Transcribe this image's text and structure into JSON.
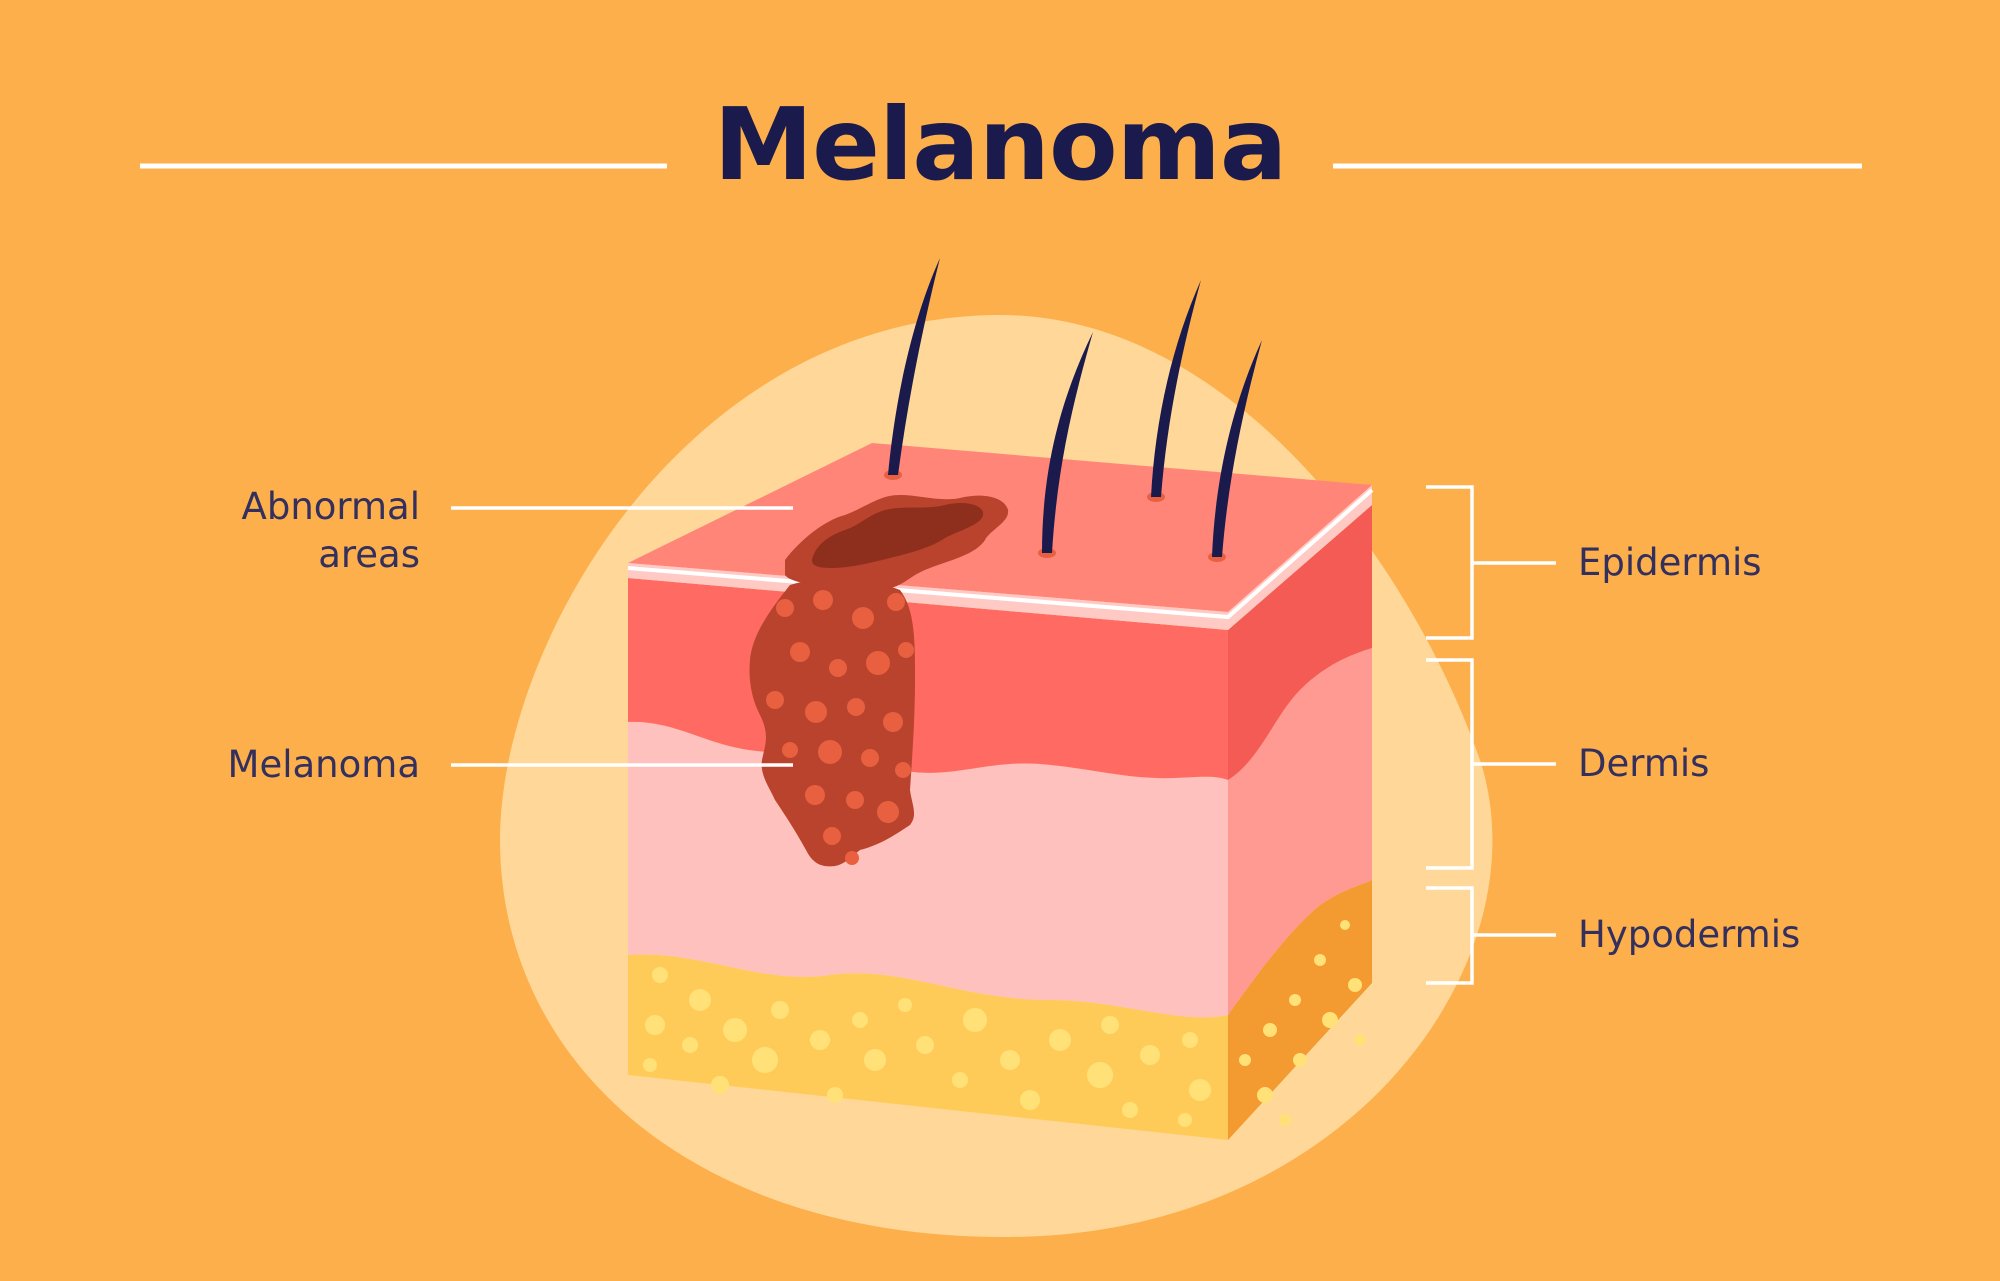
{
  "title": "Melanoma",
  "labels": {
    "abnormal_areas": "Abnormal\nareas",
    "melanoma": "Melanoma",
    "epidermis": "Epidermis",
    "dermis": "Dermis",
    "hypodermis": "Hypodermis"
  },
  "colors": {
    "background": "#fdaf4b",
    "blob": "#ffd899",
    "title": "#1b1a4d",
    "label_text": "#33305e",
    "leader_lines": "#ffffff",
    "epidermis_top": "#ff8579",
    "epidermis_front": "#ff6b62",
    "epidermis_side": "#f55b55",
    "dermis_front": "#ffc1bd",
    "dermis_side": "#ff9a92",
    "hypodermis_front": "#ffcb58",
    "hypodermis_side": "#f39a31",
    "fat_globules": "#ffe178",
    "melanoma_body": "#b9432c",
    "melanoma_cells": "#e8603f",
    "abnormal_area_dark": "#8e2f1d",
    "hair": "#1b1a4d"
  }
}
